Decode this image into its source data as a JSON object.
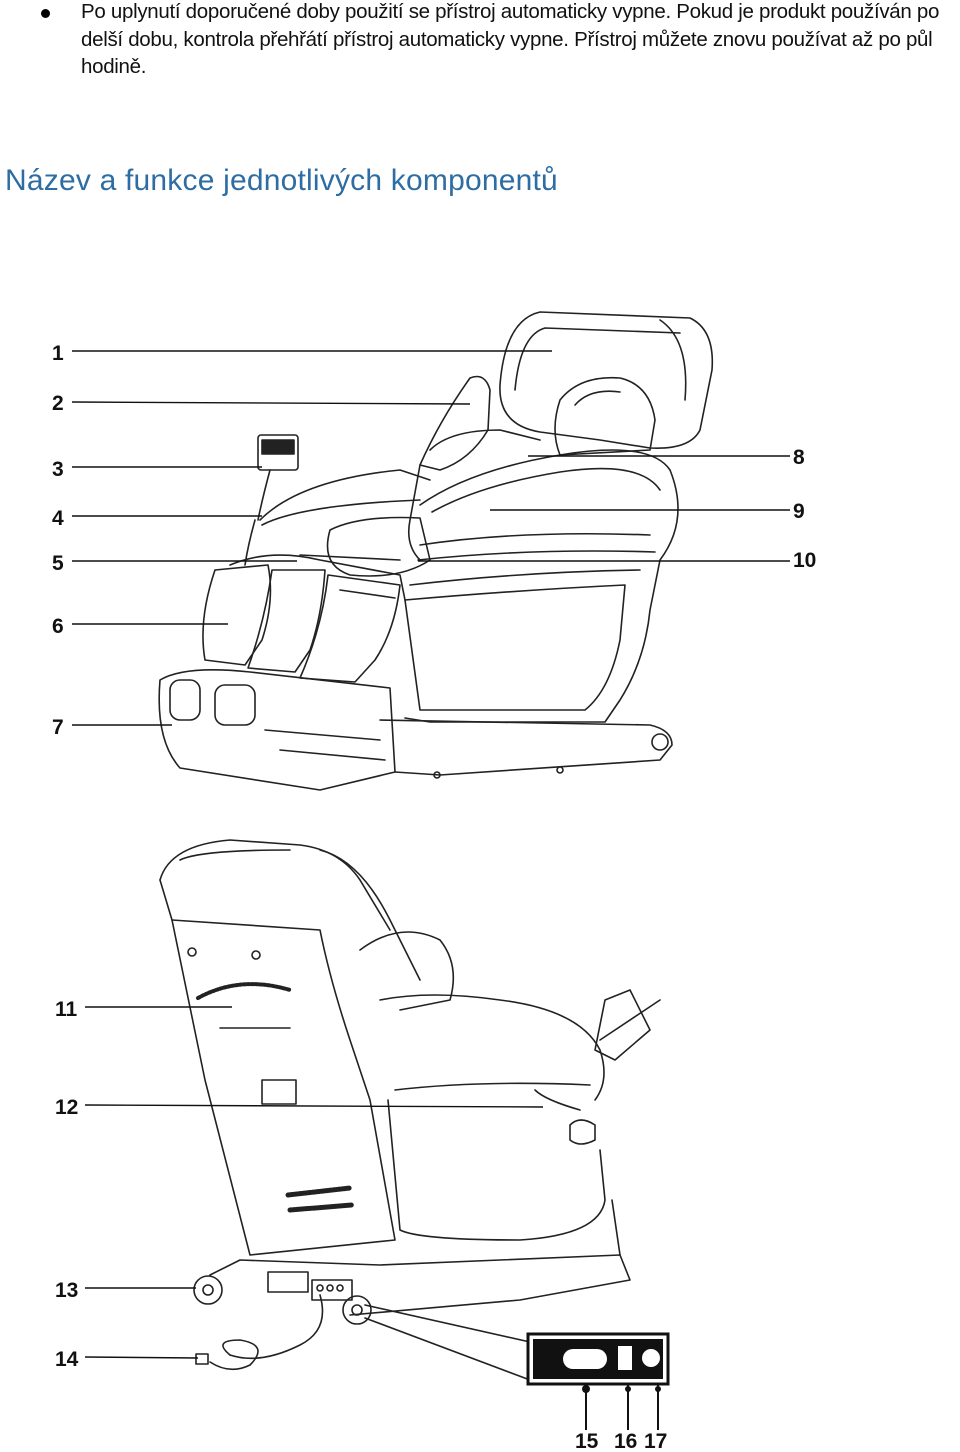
{
  "bullet": {
    "text": "Po uplynutí doporučené doby použití se přístroj automaticky vypne. Pokud je produkt používán po delší dobu, kontrola přehřátí přístroj automaticky vypne. Přístroj můžete znovu používat až po půl hodině."
  },
  "heading": "Název a funkce jednotlivých komponentů",
  "figure": {
    "top_labels": [
      "1",
      "2",
      "3",
      "4",
      "5",
      "6",
      "7"
    ],
    "right_labels": [
      "8",
      "9",
      "10"
    ],
    "bottom_labels": [
      "11",
      "12",
      "13",
      "14"
    ],
    "panel_labels": [
      "15",
      "16",
      "17"
    ]
  }
}
